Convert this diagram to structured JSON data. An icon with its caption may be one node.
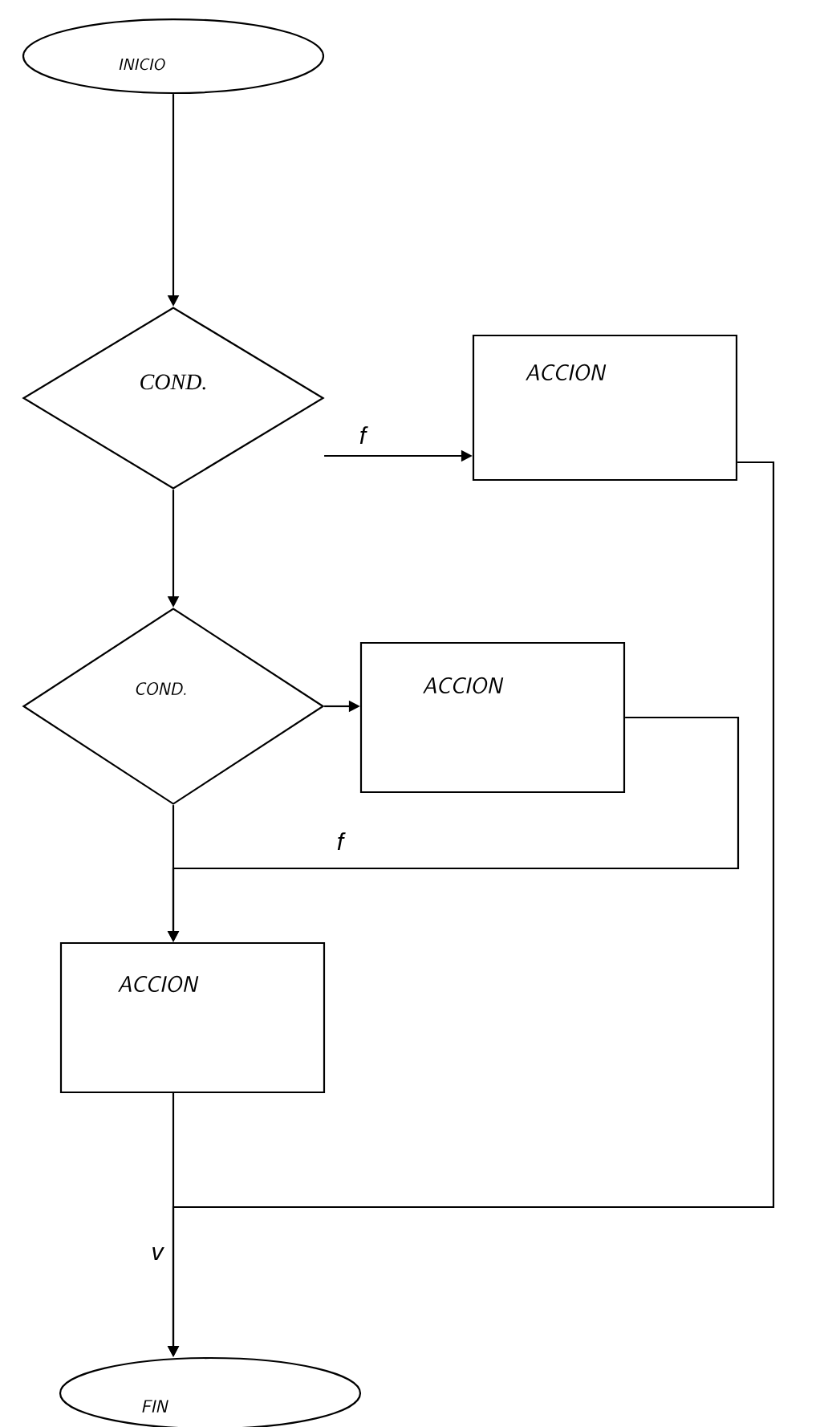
{
  "diagram": {
    "nodes": [
      {
        "text": [
          "INICIO"
        ]
      },
      {
        "text": [
          "COND."
        ]
      },
      {
        "text": [
          "ACCION"
        ]
      },
      {
        "text": [
          "COND."
        ]
      },
      {
        "text": [
          "ACCION"
        ]
      },
      {
        "text": [
          "ACCION"
        ]
      },
      {
        "text": [
          "FIN"
        ]
      }
    ],
    "edges": [
      {
        "from": 0,
        "to": 1,
        "arrow": "to"
      },
      {
        "from": 1,
        "to": 2,
        "arrow": "to",
        "label": "f"
      },
      {
        "from": 1,
        "to": 3,
        "arrow": "to"
      },
      {
        "from": 3,
        "to": 4,
        "arrow": "to"
      },
      {
        "from": 3,
        "to": 5,
        "arrow": "to"
      },
      {
        "from": 4,
        "to": 5,
        "arrow": "to",
        "label": "f"
      },
      {
        "from": 2,
        "to": 6,
        "arrow": "to"
      },
      {
        "from": 5,
        "to": 6,
        "arrow": "to",
        "label": "v"
      }
    ]
  }
}
